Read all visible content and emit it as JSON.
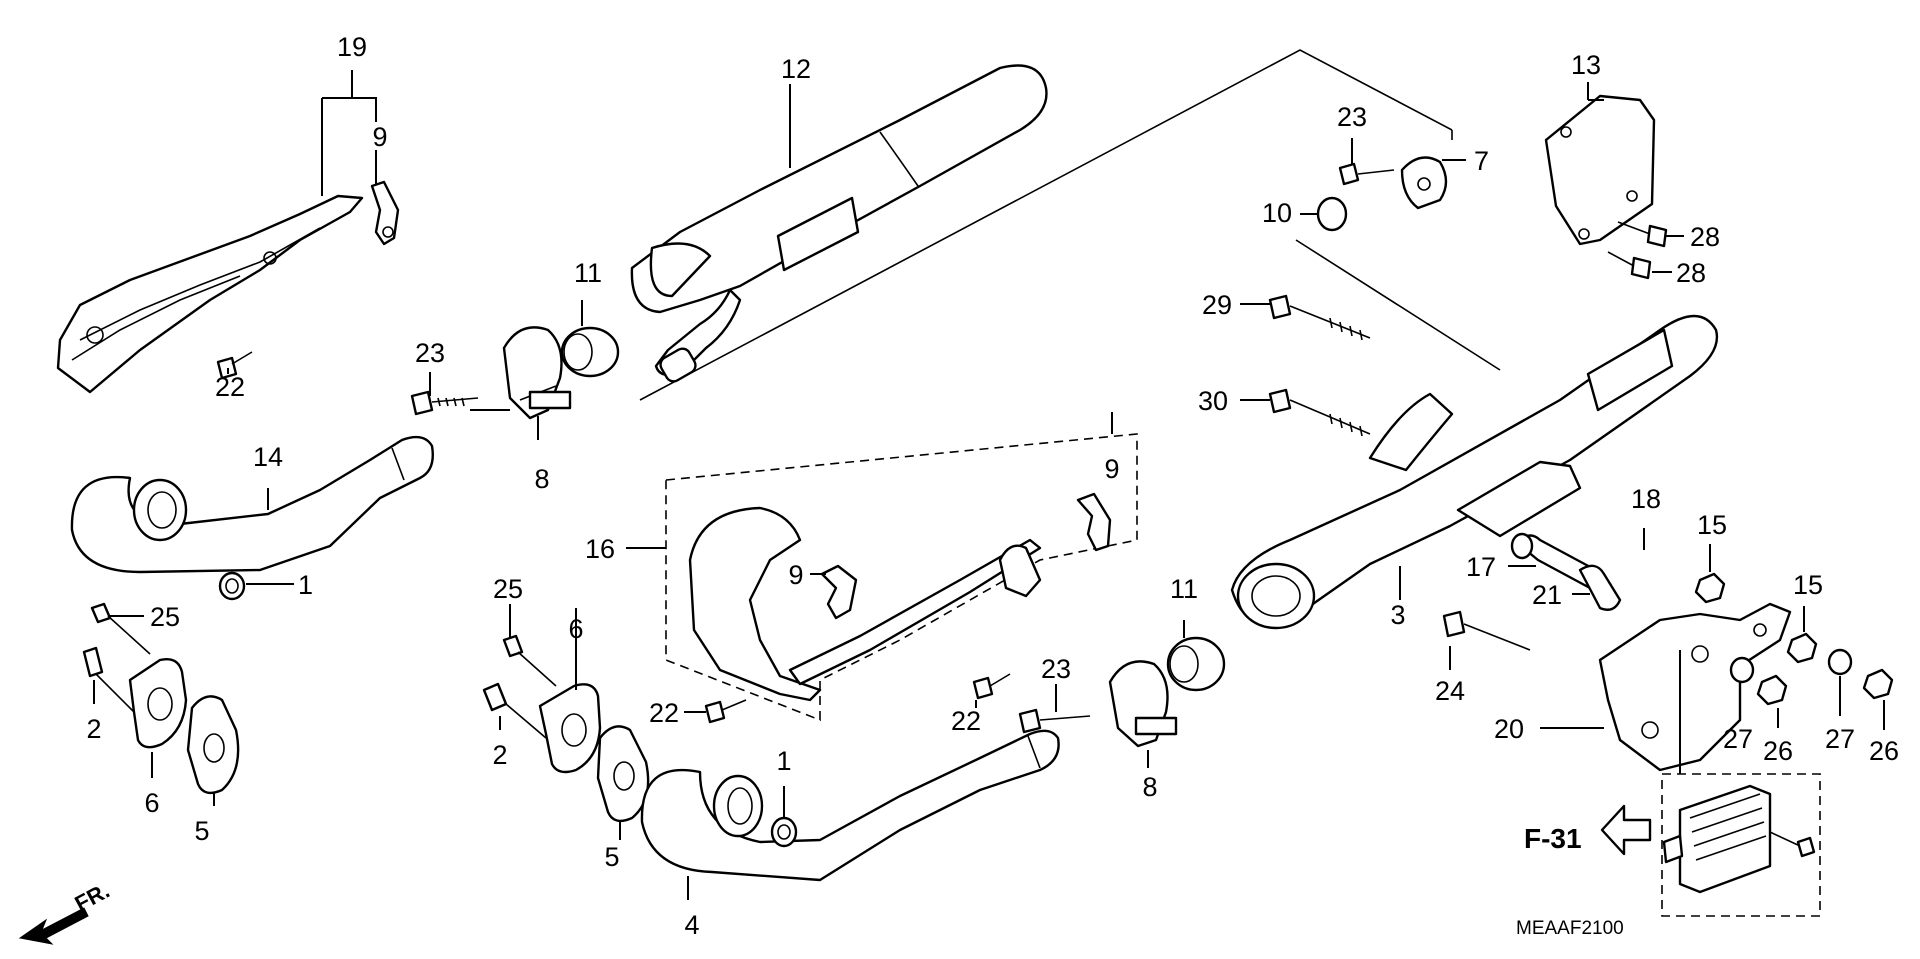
{
  "diagram": {
    "callouts": [
      "1",
      "1",
      "2",
      "2",
      "3",
      "4",
      "5",
      "5",
      "6",
      "6",
      "7",
      "8",
      "8",
      "9",
      "9",
      "9",
      "10",
      "11",
      "11",
      "12",
      "13",
      "14",
      "15",
      "15",
      "16",
      "17",
      "18",
      "19",
      "20",
      "21",
      "22",
      "22",
      "22",
      "23",
      "23",
      "23",
      "24",
      "25",
      "25",
      "26",
      "26",
      "27",
      "27",
      "28",
      "28",
      "29",
      "30"
    ],
    "reference": "F-31",
    "front_marker": "FR.",
    "figure_code": "MEAAF2100"
  }
}
